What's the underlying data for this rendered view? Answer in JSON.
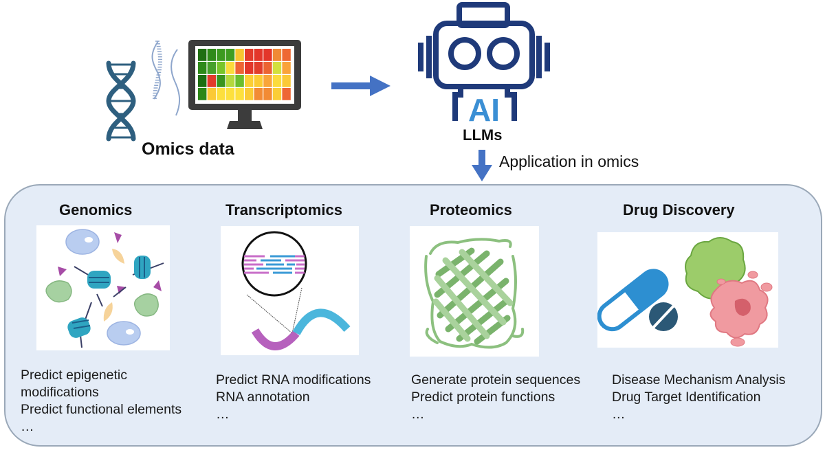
{
  "top": {
    "omics_label": "Omics data",
    "llm_label": "LLMs",
    "robot_badge": "AI",
    "application_label": "Application in omics",
    "heatmap_colors": [
      [
        "#1f6e12",
        "#2f8a19",
        "#3c9a20",
        "#3f9d22",
        "#f7c531",
        "#e3392a",
        "#e3362a",
        "#e3362a",
        "#f08a35",
        "#ee6834"
      ],
      [
        "#2e8a1a",
        "#46a02a",
        "#79c52a",
        "#fbdc3c",
        "#ee6534",
        "#e3362a",
        "#e23d2b",
        "#ec6433",
        "#d2e03e",
        "#f9a33a"
      ],
      [
        "#1d6e12",
        "#e33a2b",
        "#3a941f",
        "#b4d83c",
        "#6cbd2d",
        "#fbcf35",
        "#fbcb34",
        "#f9a53a",
        "#fbdc3c",
        "#fbc936"
      ],
      [
        "#2c8718",
        "#fbc936",
        "#fddf3e",
        "#fde03e",
        "#fde03e",
        "#fbcb35",
        "#f28b35",
        "#f28b35",
        "#fbcd36",
        "#ee6634"
      ]
    ],
    "colors": {
      "arrow": "#4472c4",
      "robot": "#1f3a7a",
      "robot_badge": "#3b8fd4",
      "dna": "#2e5f7f",
      "rna": "#8ea6cc",
      "monitor": "#3c3c3c"
    }
  },
  "panel": {
    "columns": [
      {
        "title": "Genomics",
        "image": "nucleosomes-proteins-illustration",
        "items": [
          "Predict epigenetic",
          "modifications",
          "Predict functional elements",
          "…"
        ]
      },
      {
        "title": "Transcriptomics",
        "image": "rna-reads-magnifier-illustration",
        "items": [
          "Predict RNA modifications",
          "RNA annotation",
          "…"
        ]
      },
      {
        "title": "Proteomics",
        "image": "beta-barrel-protein-illustration",
        "items": [
          "Generate protein sequences",
          "Predict protein functions",
          "…"
        ]
      },
      {
        "title": "Drug Discovery",
        "image": "pill-tablet-cells-illustration",
        "items": [
          "Disease Mechanism Analysis",
          "Drug Target Identification",
          "…"
        ]
      }
    ],
    "colors": {
      "fill": "#e4ecf7",
      "border": "#9aa8b8"
    }
  }
}
